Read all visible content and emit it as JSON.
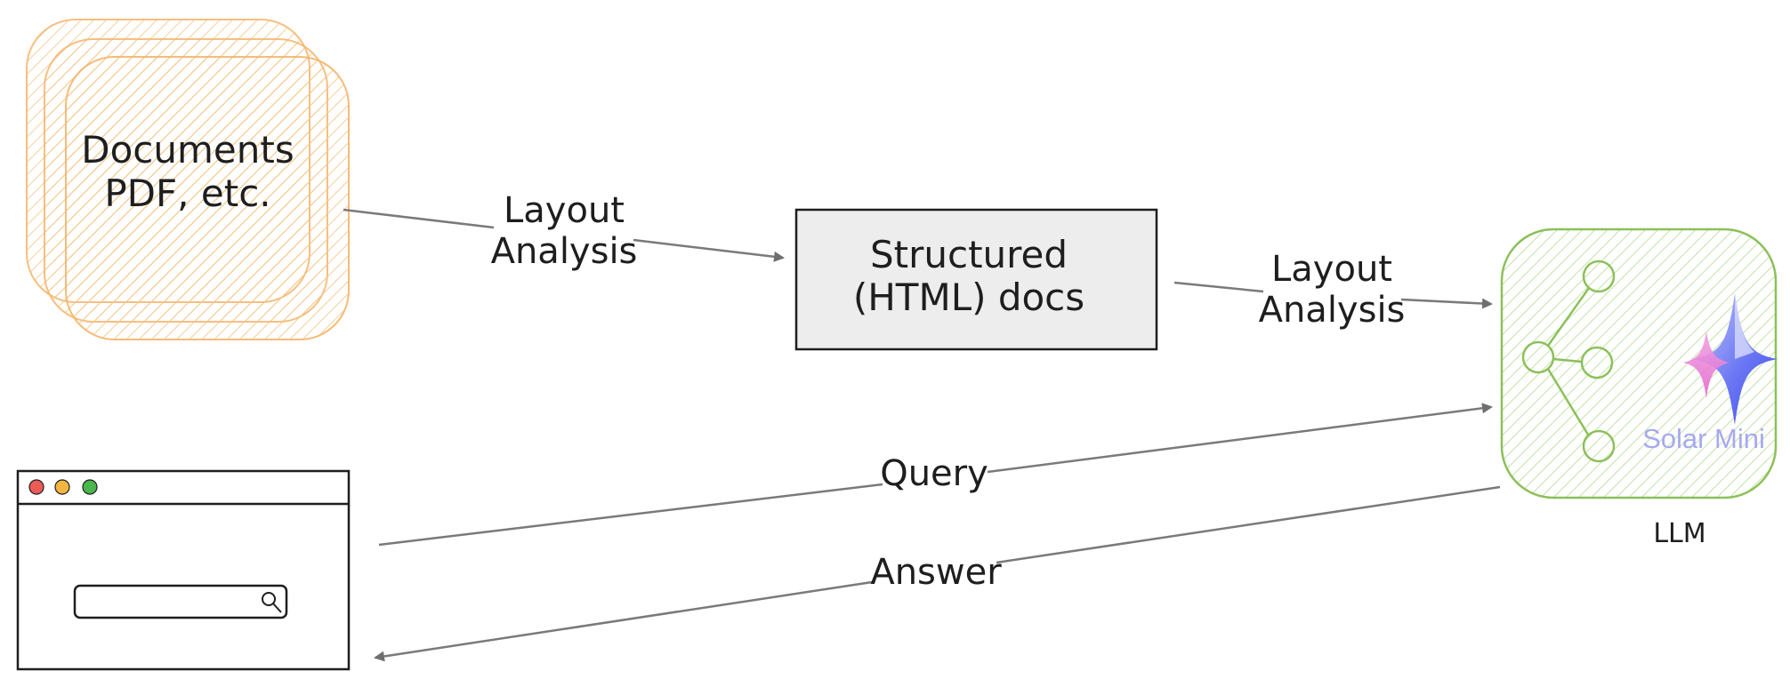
{
  "nodes": {
    "documents": {
      "line1": "Documents",
      "line2": "PDF, etc."
    },
    "structured": {
      "line1": "Structured",
      "line2": "(HTML) docs"
    },
    "llm": {
      "label": "LLM",
      "brand": "Solar Mini"
    }
  },
  "edges": {
    "docs_to_structured": {
      "line1": "Layout",
      "line2": "Analysis"
    },
    "structured_to_llm": {
      "line1": "Layout",
      "line2": "Analysis"
    },
    "query": "Query",
    "answer": "Answer"
  },
  "colors": {
    "documents_stroke": "#f5b56a",
    "documents_fill": "#fde6c6",
    "structured_fill": "#ededed",
    "llm_stroke": "#8cc05a",
    "llm_fill": "#dcefc9",
    "arrow": "#7a7a7a",
    "text": "#1e1e1e",
    "traffic_red": "#ec5b56",
    "traffic_yellow": "#f4b63f",
    "traffic_green": "#49b74c",
    "star_blue": "#4a5cf0",
    "star_pink": "#e86bd0"
  },
  "icons": {
    "browser": "browser-window-icon",
    "search": "search-icon",
    "graph": "node-graph-icon",
    "star": "sparkle-star-icon"
  }
}
